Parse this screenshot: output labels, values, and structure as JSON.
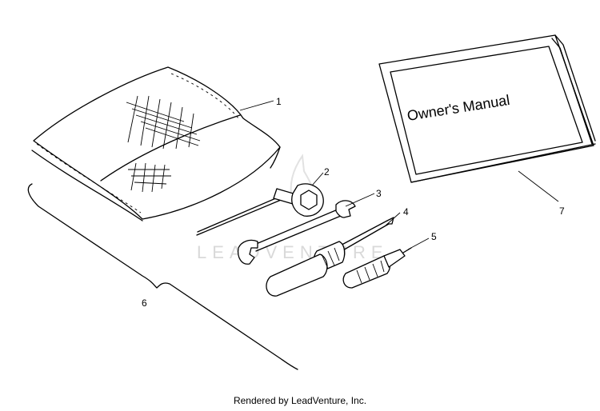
{
  "callouts": {
    "c1": "1",
    "c2": "2",
    "c3": "3",
    "c4": "4",
    "c5": "5",
    "c6": "6",
    "c7": "7"
  },
  "manual": {
    "title": "Owner's Manual"
  },
  "watermark": {
    "text": "LEADVENTURE"
  },
  "footer": {
    "text": "Rendered by LeadVenture, Inc."
  },
  "colors": {
    "line": "#000000",
    "background": "#ffffff",
    "watermark": "#d9d9d9"
  }
}
